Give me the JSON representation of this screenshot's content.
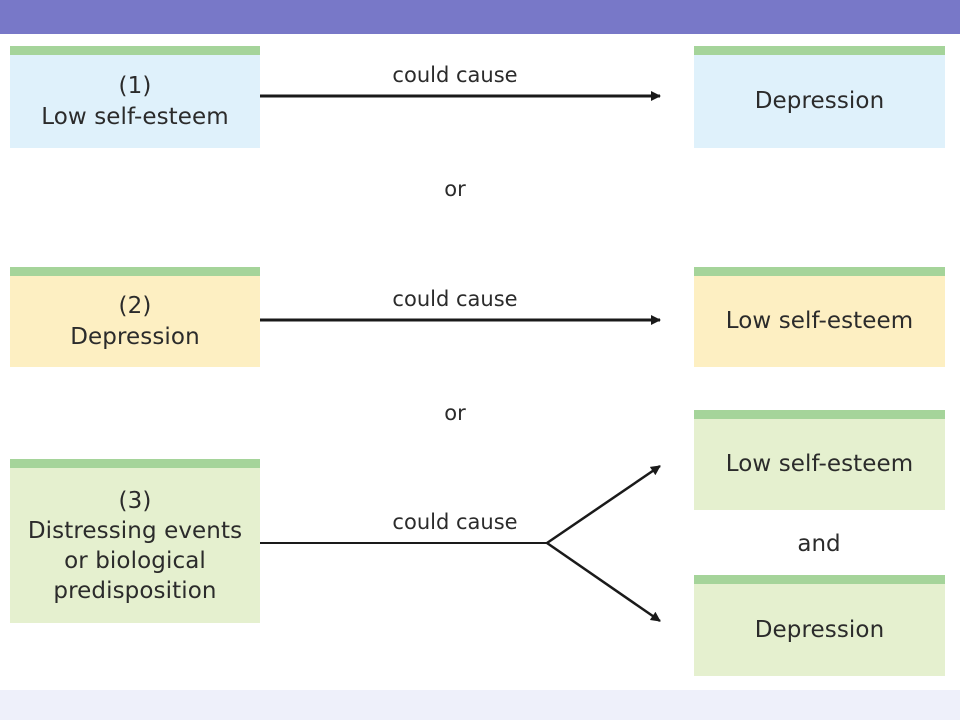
{
  "rows": [
    {
      "cause": {
        "number": "(1)",
        "text": "Low self-esteem"
      },
      "edge_label": "could cause",
      "effect": "Depression",
      "connector": "or"
    },
    {
      "cause": {
        "number": "(2)",
        "text": "Depression"
      },
      "edge_label": "could cause",
      "effect": "Low self-esteem",
      "connector": "or"
    },
    {
      "cause": {
        "number": "(3)",
        "line1": "Distressing events",
        "line2": "or biological",
        "line3": "predisposition"
      },
      "edge_label": "could cause",
      "effect_top": "Low self-esteem",
      "effect_joiner": "and",
      "effect_bottom": "Depression"
    }
  ],
  "colors": {
    "header_bar": "#7878c8",
    "box_top_stripe": "#a5d49a",
    "row1_fill": "#dff1fb",
    "row2_fill": "#fdefc2",
    "row3_fill": "#e5f0cf",
    "arrow": "#1a1a1a"
  }
}
